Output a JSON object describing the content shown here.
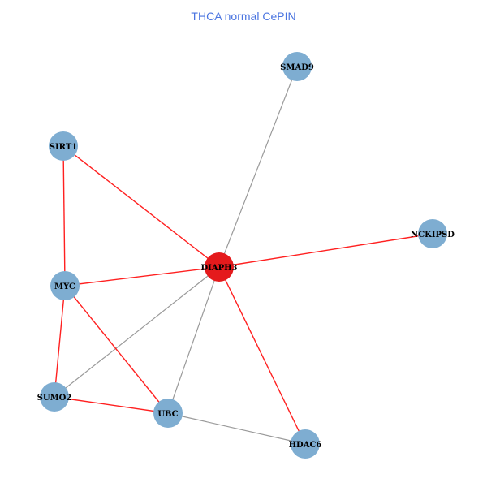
{
  "title": "THCA normal CePIN",
  "colors": {
    "hub_node": "#e41a1c",
    "node": "#7eadd1",
    "red_edge": "#ff2020",
    "grey_edge": "#9a9a9a"
  },
  "nodes": [
    {
      "id": "SMAD9",
      "hub": false
    },
    {
      "id": "SIRT1",
      "hub": false
    },
    {
      "id": "NCKIPSD",
      "hub": false
    },
    {
      "id": "DIAPH3",
      "hub": true
    },
    {
      "id": "MYC",
      "hub": false
    },
    {
      "id": "SUMO2",
      "hub": false
    },
    {
      "id": "UBC",
      "hub": false
    },
    {
      "id": "HDAC6",
      "hub": false
    }
  ],
  "edges": [
    {
      "source": "DIAPH3",
      "target": "SMAD9",
      "type": "grey"
    },
    {
      "source": "SIRT1",
      "target": "DIAPH3",
      "type": "red"
    },
    {
      "source": "SIRT1",
      "target": "MYC",
      "type": "red"
    },
    {
      "source": "MYC",
      "target": "DIAPH3",
      "type": "red"
    },
    {
      "source": "DIAPH3",
      "target": "NCKIPSD",
      "type": "red"
    },
    {
      "source": "DIAPH3",
      "target": "HDAC6",
      "type": "red"
    },
    {
      "source": "DIAPH3",
      "target": "SUMO2",
      "type": "grey"
    },
    {
      "source": "DIAPH3",
      "target": "UBC",
      "type": "grey"
    },
    {
      "source": "MYC",
      "target": "SUMO2",
      "type": "red"
    },
    {
      "source": "MYC",
      "target": "UBC",
      "type": "red"
    },
    {
      "source": "SUMO2",
      "target": "UBC",
      "type": "red"
    },
    {
      "source": "UBC",
      "target": "HDAC6",
      "type": "grey"
    }
  ]
}
